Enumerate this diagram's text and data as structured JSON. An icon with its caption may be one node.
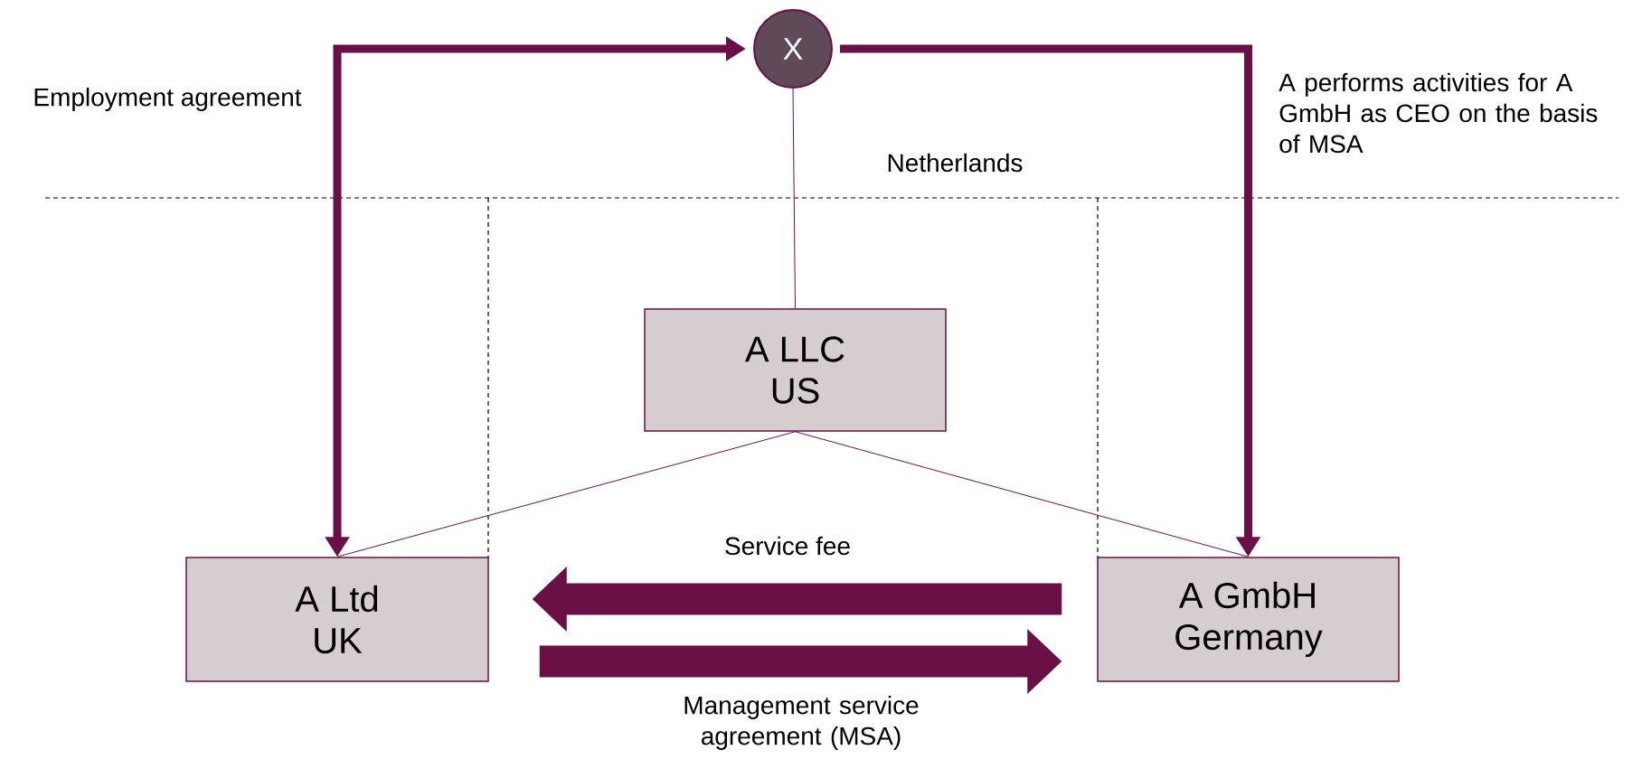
{
  "diagram": {
    "nodes": [
      {
        "text": [
          "X"
        ]
      },
      {
        "text": [
          "A LLC",
          "US"
        ]
      },
      {
        "text": [
          "A Ltd",
          "UK"
        ]
      },
      {
        "text": [
          "A GmbH",
          "Germany"
        ]
      }
    ],
    "edges": [
      {
        "from": 0,
        "to": 2,
        "arrow": "both",
        "style": "thick",
        "label": "Employment agreement"
      },
      {
        "from": 0,
        "to": 3,
        "arrow": "to",
        "style": "thick",
        "label": "A performs activities for A GmbH as CEO on the basis of MSA"
      },
      {
        "from": 0,
        "to": 1,
        "arrow": "none"
      },
      {
        "from": 1,
        "to": 2,
        "arrow": "none"
      },
      {
        "from": 1,
        "to": 3,
        "arrow": "none"
      },
      {
        "from": 3,
        "to": 2,
        "arrow": "to",
        "style": "thick",
        "label": "Service fee"
      },
      {
        "from": 2,
        "to": 3,
        "arrow": "to",
        "style": "thick",
        "label": "Management service agreement (MSA)"
      }
    ],
    "labels": [
      "Netherlands"
    ]
  }
}
